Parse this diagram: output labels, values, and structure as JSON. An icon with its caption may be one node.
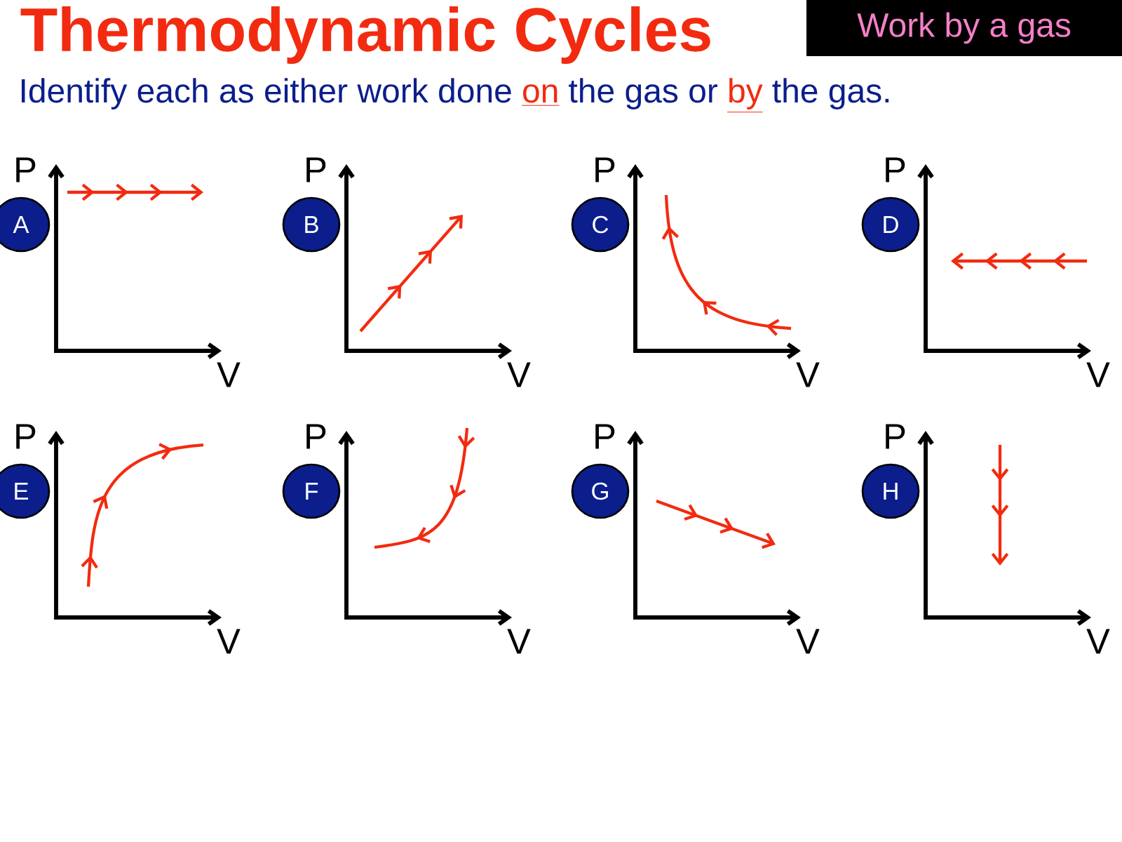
{
  "diagram": {
    "title": "Thermodynamic Cycles",
    "nodes": [
      {
        "text": [
          "Work by a gas"
        ]
      },
      {
        "text": [
          "A"
        ]
      },
      {
        "text": [
          "B"
        ]
      },
      {
        "text": [
          "C"
        ]
      },
      {
        "text": [
          "D"
        ]
      },
      {
        "text": [
          "E"
        ]
      },
      {
        "text": [
          "F"
        ]
      },
      {
        "text": [
          "G"
        ]
      },
      {
        "text": [
          "H"
        ]
      }
    ],
    "labels": [
      "Identify each as either work done",
      "on",
      "the gas or",
      "by",
      "the gas.",
      "P",
      "V",
      "P",
      "V",
      "P",
      "V",
      "P",
      "V",
      "P",
      "V",
      "P",
      "V",
      "P",
      "V",
      "P",
      "V"
    ]
  }
}
